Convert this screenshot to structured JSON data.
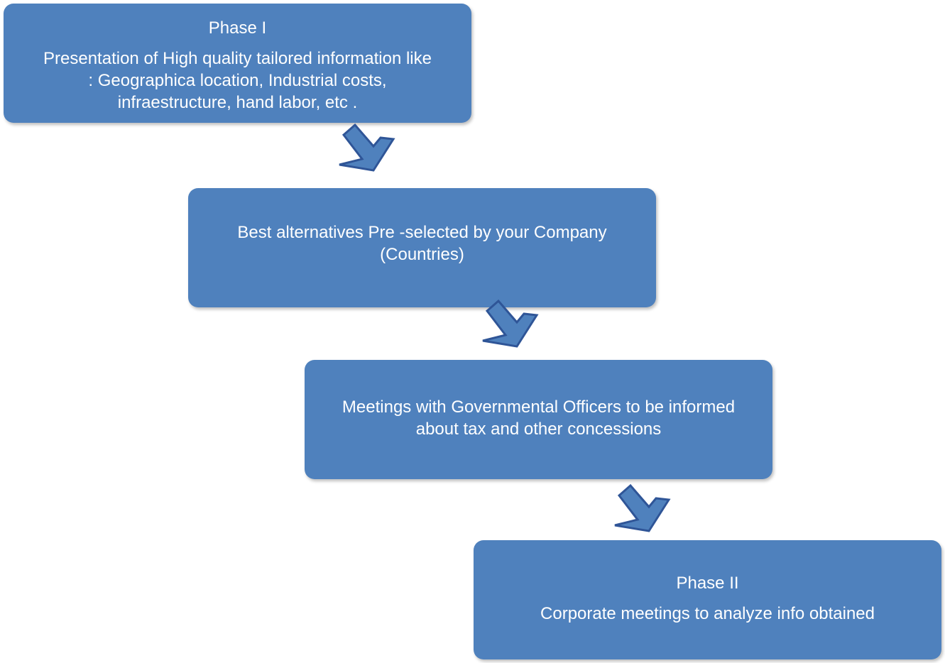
{
  "boxes": [
    {
      "heading": "Phase  I",
      "lines": [
        "Presentation of  High quality tailored information like",
        ": Geographica location, Industrial costs,",
        "infraestructure, hand labor, etc ."
      ]
    },
    {
      "heading": "",
      "lines": [
        "Best alternatives Pre -selected by your Company",
        "(Countries)"
      ]
    },
    {
      "heading": "",
      "lines": [
        "Meetings with Governmental Officers to be informed",
        "about tax and other concessions"
      ]
    },
    {
      "heading": "Phase II",
      "lines": [
        "Corporate meetings to analyze info obtained"
      ]
    }
  ],
  "colors": {
    "box_fill": "#4f81bd",
    "arrow_fill": "#4f81bd",
    "arrow_stroke": "#2f5597",
    "text": "#ffffff"
  }
}
